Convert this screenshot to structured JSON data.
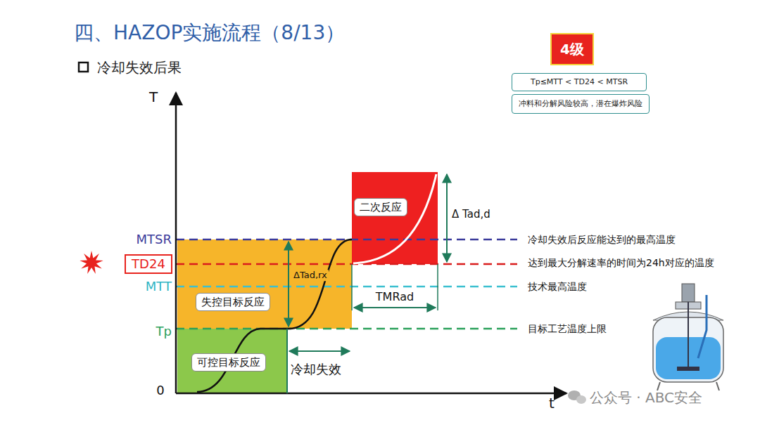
{
  "diagram": {
    "title": "四、HAZOP实施流程（8/13）",
    "nodes": [
      {
        "text": [
          "4级"
        ]
      },
      {
        "text": [
          "Tp≤MTT < TD24 < MTSR"
        ]
      },
      {
        "text": [
          "冲料和分解风险较高，潜在爆炸风险"
        ]
      },
      {
        "text": [
          "TD24"
        ]
      },
      {
        "text": [
          "可控目标反应"
        ]
      },
      {
        "text": [
          "失控目标反应"
        ]
      },
      {
        "text": [
          "二次反应"
        ]
      }
    ],
    "labels": [
      "冷却失效后果",
      "T",
      "t",
      "0",
      "MTSR",
      "MTT",
      "Tp",
      "ΔTad,rx",
      "Δ Tad,d",
      "TMRad",
      "冷却失效",
      "冷却失效后反应能达到的最高温度",
      "达到最大分解速率的时间为24h对应的温度",
      "技术最高温度",
      "目标工艺温度上限",
      "公众号 · ABC安全"
    ]
  }
}
